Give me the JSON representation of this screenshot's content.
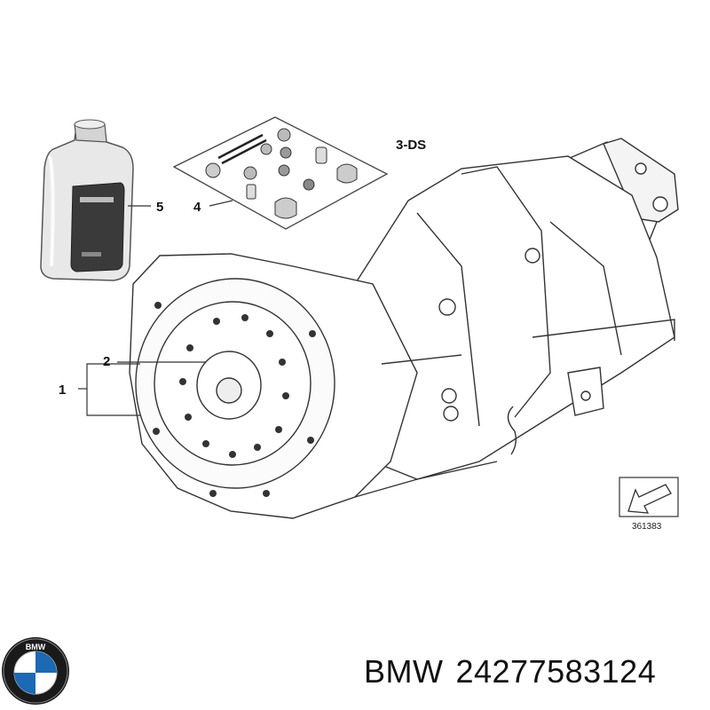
{
  "diagram": {
    "callouts": {
      "c1": "1",
      "c2": "2",
      "c4": "4",
      "c5": "5",
      "variant": "3-DS"
    },
    "reference_number": "361383"
  },
  "caption": {
    "brand": "BMW",
    "part_number": "24277583124"
  },
  "logo": {
    "letters": "BMW",
    "colors": {
      "ring": "#1a1a1a",
      "blue": "#1c69b4",
      "white": "#ffffff"
    }
  }
}
